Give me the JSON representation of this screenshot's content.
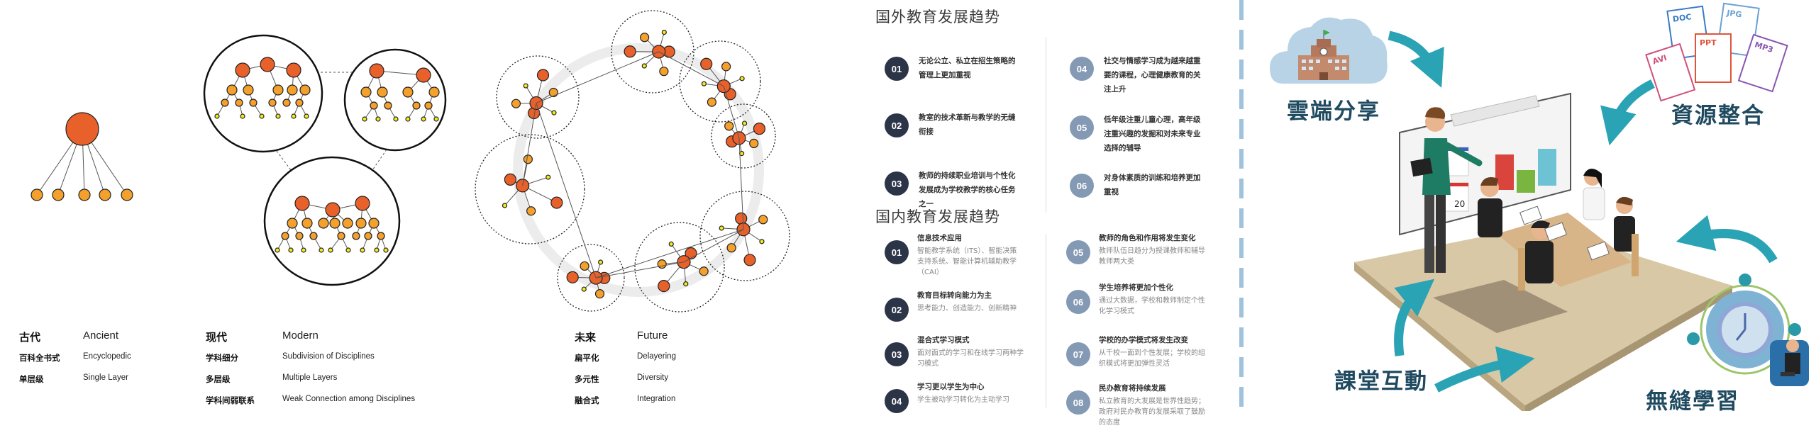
{
  "diagram": {
    "eras": [
      {
        "zh": "古代",
        "en": "Ancient",
        "rows": [
          {
            "zh": "百科全书式",
            "en": "Encyclopedic"
          },
          {
            "zh": "单层级",
            "en": "Single Layer"
          }
        ]
      },
      {
        "zh": "现代",
        "en": "Modern",
        "rows": [
          {
            "zh": "学科细分",
            "en": "Subdivision of Disciplines"
          },
          {
            "zh": "多层级",
            "en": "Multiple Layers"
          },
          {
            "zh": "学科间弱联系",
            "en": "Weak Connection among Disciplines"
          }
        ]
      },
      {
        "zh": "未来",
        "en": "Future",
        "rows": [
          {
            "zh": "扁平化",
            "en": "Delayering"
          },
          {
            "zh": "多元性",
            "en": "Diversity"
          },
          {
            "zh": "融合式",
            "en": "Integration"
          }
        ]
      }
    ],
    "colors": {
      "major": "#e8602a",
      "mid": "#f3a02c",
      "minor": "#f5ea1e",
      "ring": "#eeeeee"
    }
  },
  "document": {
    "foreign": {
      "title": "国外教育发展趋势",
      "items": [
        {
          "num": "01",
          "text": "无论公立、私立在招生策略的管理上更加重视"
        },
        {
          "num": "02",
          "text": "教室的技术革新与教学的无缝衔接"
        },
        {
          "num": "03",
          "text": "教师的持续职业培训与个性化发展成为学校教学的核心任务之一"
        },
        {
          "num": "04",
          "text": "社交与情感学习成为越来越重要的课程，心理健康教育的关注上升"
        },
        {
          "num": "05",
          "text": "低年级注重儿童心理，高年级注重兴趣的发掘和对未来专业选择的辅导"
        },
        {
          "num": "06",
          "text": "对身体素质的训练和培养更加重视"
        }
      ]
    },
    "domestic": {
      "title": "国内教育发展趋势",
      "items": [
        {
          "num": "01",
          "heading": "信息技术应用",
          "desc": "智能教学系统（ITS）、智能决策支持系统、智能计算机辅助教学（CAI）"
        },
        {
          "num": "02",
          "heading": "教育目标转向能力为主",
          "desc": "思考能力、创造能力、创新精神"
        },
        {
          "num": "03",
          "heading": "混合式学习模式",
          "desc": "面对面式的学习和在线学习两种学习模式"
        },
        {
          "num": "04",
          "heading": "学习更以学生为中心",
          "desc": "学生被动学习转化为主动学习"
        },
        {
          "num": "05",
          "heading": "教师的角色和作用将发生变化",
          "desc": "教师队伍日趋分为授课教师和辅导教师两大类"
        },
        {
          "num": "06",
          "heading": "学生培养将更加个性化",
          "desc": "通过大数据，学校和教师制定个性化学习模式"
        },
        {
          "num": "07",
          "heading": "学校的办学模式将发生改变",
          "desc": "从千校一面到个性发展；学校的组织模式将更加弹性灵活"
        },
        {
          "num": "08",
          "heading": "民办教育将持续发展",
          "desc": "私立教育的大发展是世界性趋势；政府对民办教育的发展采取了鼓励的态度"
        }
      ]
    },
    "colors": {
      "dark": "#2c3548",
      "light": "#8499b3"
    }
  },
  "illustration": {
    "labels": {
      "cloud": "雲端分享",
      "resources": "資源整合",
      "classroom": "課堂互動",
      "seamless": "無縫學習"
    },
    "file_types": [
      "DOC",
      "JPG",
      "PPT",
      "AVI",
      "MP3"
    ],
    "board_score": "20",
    "colors": {
      "arrow": "#2aa3b5",
      "label": "#1f4a60",
      "cloud": "#b8d3e6"
    }
  }
}
